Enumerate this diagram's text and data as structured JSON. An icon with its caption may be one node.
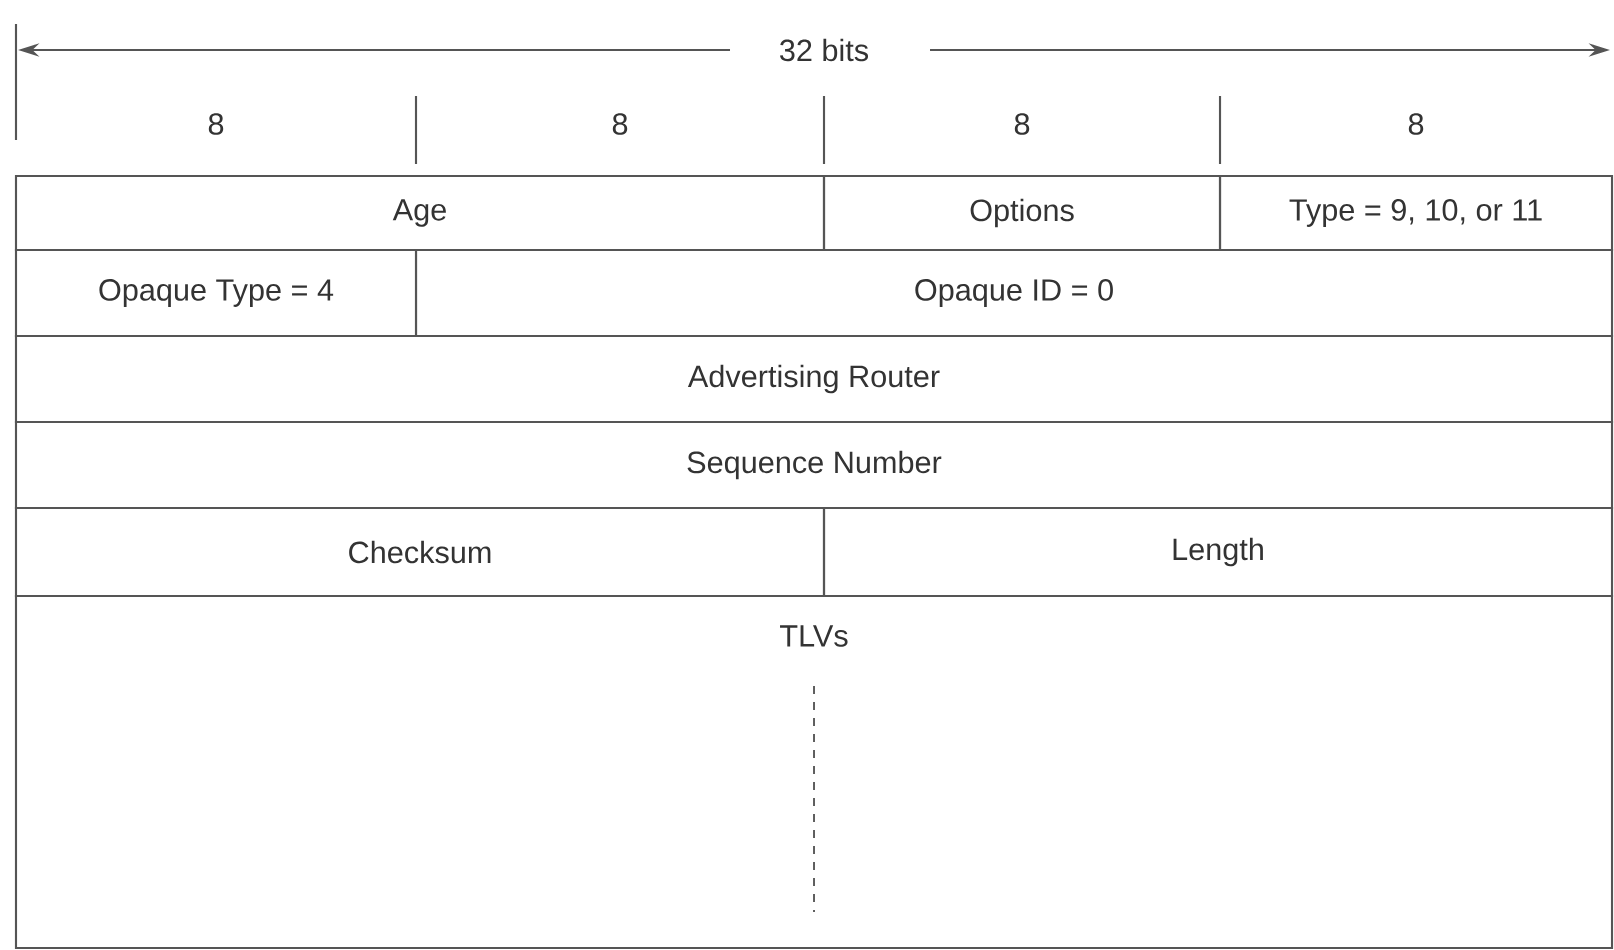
{
  "diagram": {
    "nodes": [
      {
        "text": [
          "Age"
        ]
      },
      {
        "text": [
          "Options"
        ]
      },
      {
        "text": [
          "Type = 9, 10, or 11"
        ]
      },
      {
        "text": [
          "Opaque Type = 4"
        ]
      },
      {
        "text": [
          "Opaque ID = 0"
        ]
      },
      {
        "text": [
          "Advertising Router"
        ]
      },
      {
        "text": [
          "Sequence Number"
        ]
      },
      {
        "text": [
          "Checksum"
        ]
      },
      {
        "text": [
          "Length"
        ]
      },
      {
        "text": [
          "TLVs"
        ]
      }
    ],
    "edges": [],
    "labels": [
      "32 bits",
      "8",
      "8",
      "8",
      "8"
    ]
  }
}
